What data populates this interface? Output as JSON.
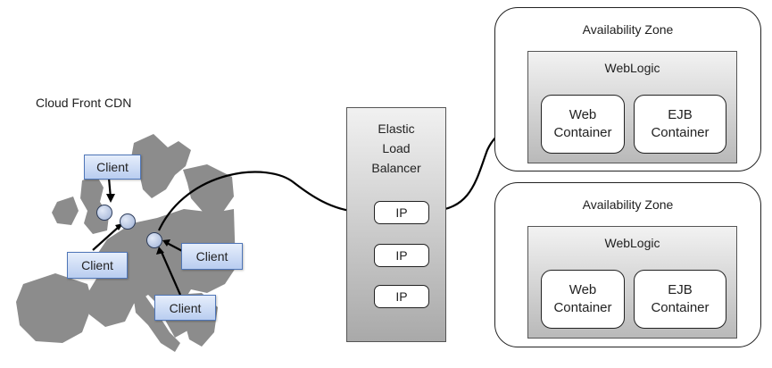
{
  "cdn": {
    "title": "Cloud Front CDN"
  },
  "clients": [
    {
      "label": "Client"
    },
    {
      "label": "Client"
    },
    {
      "label": "Client"
    },
    {
      "label": "Client"
    }
  ],
  "elb": {
    "title_lines": [
      "Elastic",
      "Load",
      "Balancer"
    ],
    "ips": [
      "IP",
      "IP",
      "IP"
    ]
  },
  "zones": [
    {
      "title": "Availability Zone",
      "server": "WebLogic",
      "containers": [
        {
          "lines": [
            "Web",
            "Container"
          ]
        },
        {
          "lines": [
            "EJB",
            "Container"
          ]
        }
      ]
    },
    {
      "title": "Availability Zone",
      "server": "WebLogic",
      "containers": [
        {
          "lines": [
            "Web",
            "Container"
          ]
        },
        {
          "lines": [
            "EJB",
            "Container"
          ]
        }
      ]
    }
  ],
  "colors": {
    "map": "#8c8c8c",
    "client_border": "#4f76b8",
    "client_fill": "#c9d8f3"
  }
}
